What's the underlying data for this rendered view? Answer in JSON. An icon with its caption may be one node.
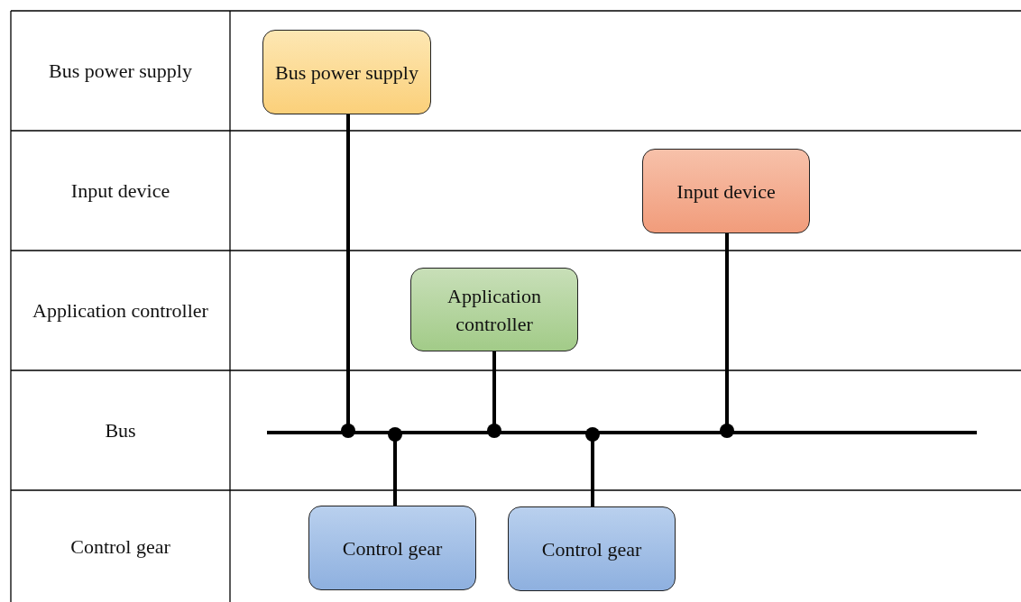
{
  "diagram": {
    "nodes": [
      {
        "text": [
          "Bus power supply"
        ]
      },
      {
        "text": [
          "Input device"
        ]
      },
      {
        "text": [
          "Application controller"
        ]
      },
      {
        "text": [
          "Control gear"
        ]
      },
      {
        "text": [
          "Control gear"
        ]
      },
      {
        "text": [],
        "shape": "bar"
      }
    ],
    "edges": [
      {
        "from": 0,
        "to": 5,
        "arrow": "other"
      },
      {
        "from": 2,
        "to": 5,
        "arrow": "other"
      },
      {
        "from": 1,
        "to": 5,
        "arrow": "other"
      },
      {
        "from": 3,
        "to": 5,
        "arrow": "other"
      },
      {
        "from": 4,
        "to": 5,
        "arrow": "other"
      }
    ],
    "labels": [
      "Bus power supply",
      "Input device",
      "Application controller",
      "Bus",
      "Control gear"
    ]
  }
}
